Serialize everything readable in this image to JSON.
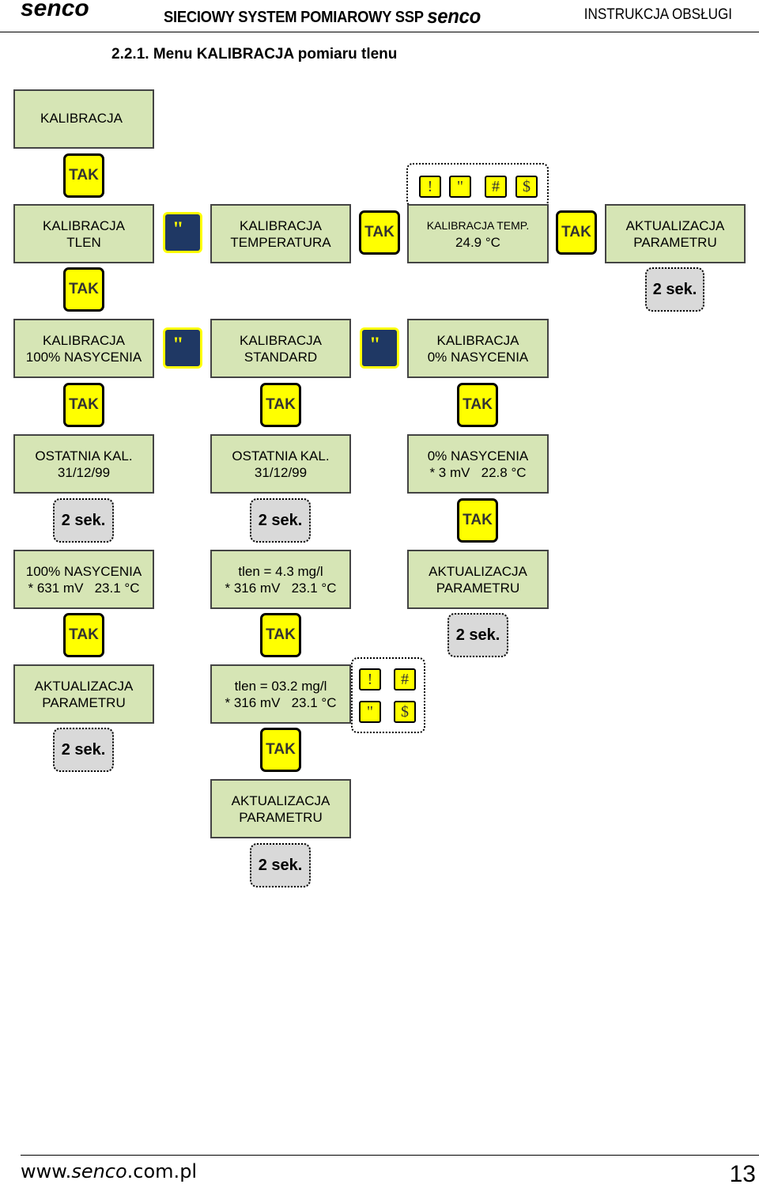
{
  "header": {
    "logo": "senco",
    "title": "SIECIOWY SYSTEM POMIAROWY SSP",
    "title_logo": "senco",
    "doc_type": "INSTRUKCJA OBSŁUGI"
  },
  "section_title": "2.2.1. Menu KALIBRACJA pomiaru tlenu",
  "screens": {
    "s1": [
      "KALIBRACJA"
    ],
    "s2": [
      "KALIBRACJA",
      "TLEN"
    ],
    "s3": [
      "KALIBRACJA",
      "TEMPERATURA"
    ],
    "s4": [
      "KALIBRACJA TEMP.",
      "24.9 °C"
    ],
    "s5": [
      "AKTUALIZACJA",
      "PARAMETRU"
    ],
    "s6": [
      "KALIBRACJA",
      "100% NASYCENIA"
    ],
    "s7": [
      "KALIBRACJA",
      "STANDARD"
    ],
    "s8": [
      "KALIBRACJA",
      "0% NASYCENIA"
    ],
    "s9": [
      "OSTATNIA KAL.",
      "31/12/99"
    ],
    "s10": [
      "OSTATNIA KAL.",
      "31/12/99"
    ],
    "s11": [
      "0% NASYCENIA",
      "* 3 mV   22.8 °C"
    ],
    "s12": [
      "100% NASYCENIA",
      "* 631 mV   23.1 °C"
    ],
    "s13": [
      "tlen = 4.3 mg/l",
      "* 316 mV   23.1 °C"
    ],
    "s14": [
      "AKTUALIZACJA",
      "PARAMETRU"
    ],
    "s15": [
      "AKTUALIZACJA",
      "PARAMETRU"
    ],
    "s16": [
      "tlen = 03.2 mg/l",
      "* 316 mV   23.1 °C"
    ],
    "s17": [
      "AKTUALIZACJA",
      "PARAMETRU"
    ]
  },
  "keys": {
    "tak": "TAK",
    "quote": "\"",
    "timer": "2 sek."
  },
  "arrow_keys": {
    "up": "!",
    "down": "\"",
    "hash": "#",
    "dollar": "$"
  },
  "footer": {
    "url_prefix": "www.",
    "url_brand": "senco",
    "url_suffix": ".com.pl",
    "page_number": "13"
  }
}
